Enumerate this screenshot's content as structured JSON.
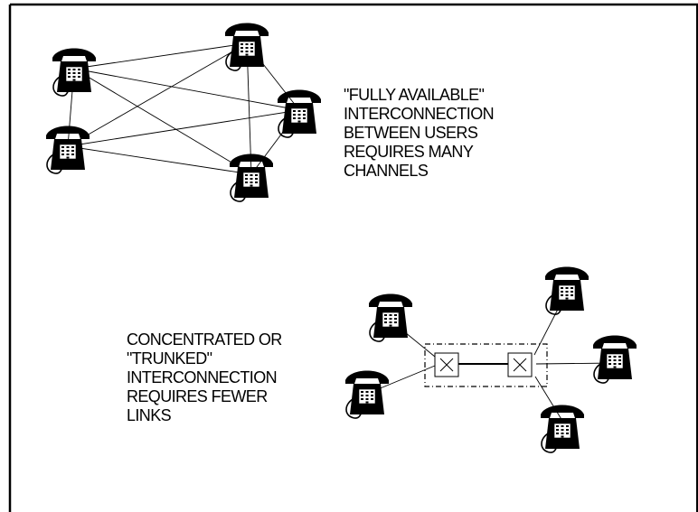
{
  "top_caption": {
    "lines": [
      "\"FULLY AVAILABLE\"",
      "INTERCONNECTION",
      "BETWEEN USERS",
      "REQUIRES MANY",
      "CHANNELS"
    ]
  },
  "bottom_caption": {
    "lines": [
      "CONCENTRATED OR",
      "\"TRUNKED\"",
      "INTERCONNECTION",
      "REQUIRES FEWER",
      "LINKS"
    ]
  },
  "colors": {
    "ink": "#000000",
    "background": "#ffffff"
  },
  "icons": {
    "phone": "telephone-icon",
    "switch": "switch-icon"
  }
}
